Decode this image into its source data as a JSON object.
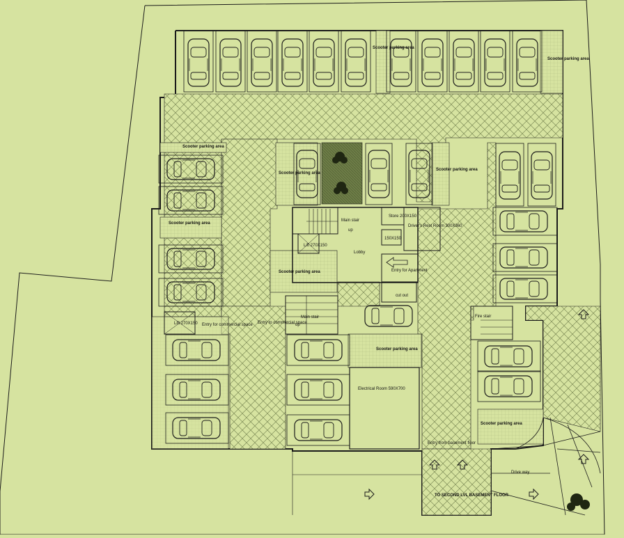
{
  "colors": {
    "background": "#d6e3a0",
    "line": "#1a1a1a",
    "hatch": "#7c8a55",
    "planter": "#5f6f3a"
  },
  "labels": {
    "scooter_top_right": "Scooter parking area",
    "scooter_top_left": "Scooter parking area",
    "scooter_mid_left": "Scooter parking area",
    "scooter_lobby": "Scooter parking area",
    "scooter_center": "Scooter parking area",
    "scooter_top_mid_a": "Scooter parking area",
    "scooter_top_mid_b": "Scooter parking area",
    "scooter_top_mid_c": "Scooter parking area",
    "scooter_bottom_right": "Scooter parking area",
    "main_stair": "Main stair",
    "main_stair_2": "Main stair",
    "up": "up",
    "up_2": "up",
    "lift": "Lift 270X150",
    "lift_2": "Lift 270X150",
    "lift_3": "150X150",
    "lobby": "Lobby",
    "store": "Store 200X150",
    "drivers_rest_room": "Driver's Rest Room 300X360",
    "entry_apartment": "Entry for Apartment",
    "cut_out": "cut out",
    "entry_commercial": "Entry for commercial space",
    "entry_commercial_side": "Entry to commercial space",
    "electrical_room": "Electrical Room 590X700",
    "fire_stair": "Fire stair",
    "drive_way": "Drive way",
    "entry_basement": "Entry from basement floor",
    "to_second_basement": "TO SECOND LVL BASEMENT FLOOR"
  },
  "icons": [
    "car-icon",
    "tree-icon",
    "arrow-icon",
    "shrub-icon"
  ]
}
